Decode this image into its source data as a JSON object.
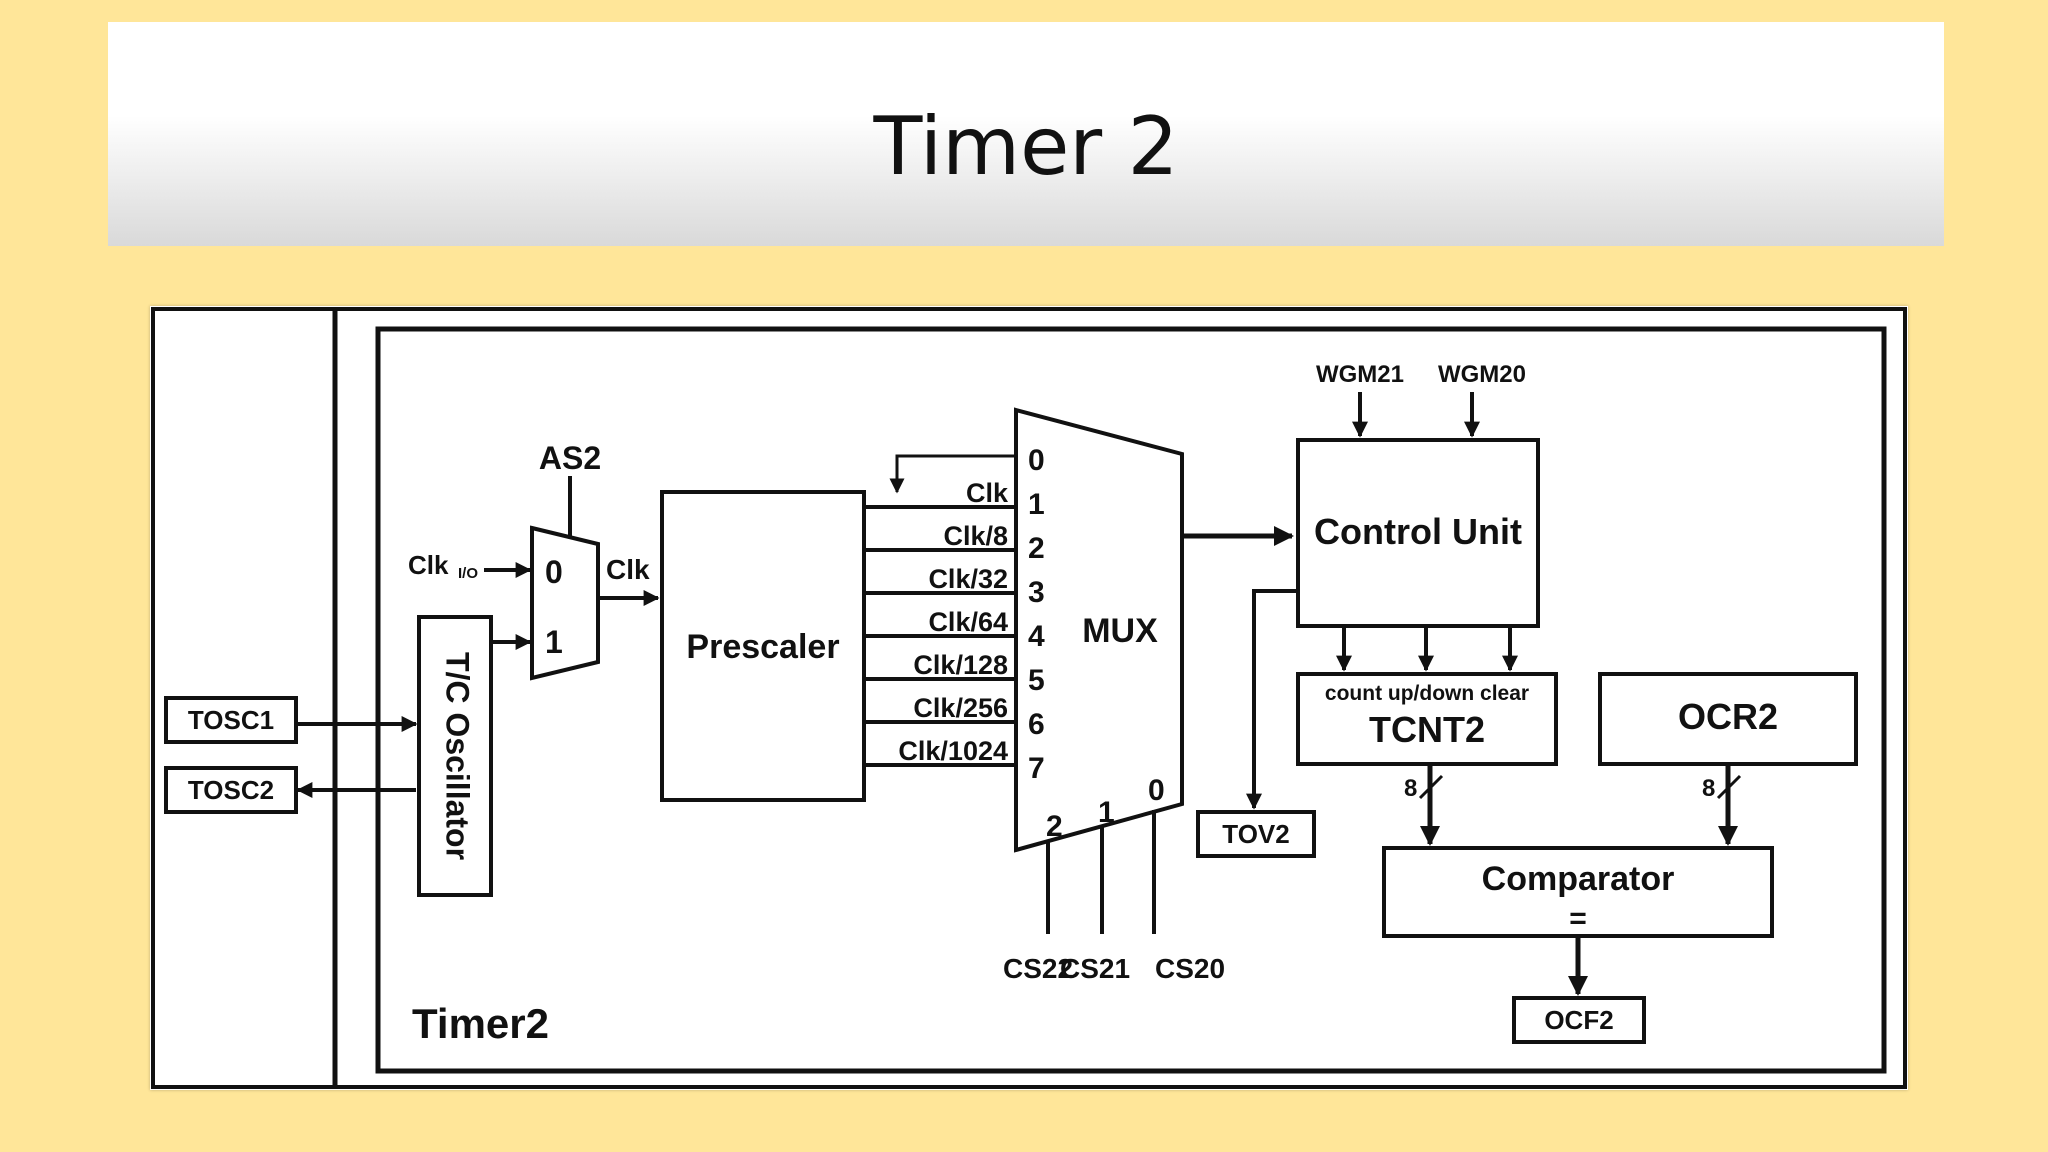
{
  "slide": {
    "title": "Timer 2"
  },
  "diagram": {
    "block_title": "Timer2",
    "pins": {
      "tosc1": "TOSC1",
      "tosc2": "TOSC2"
    },
    "oscillator": "T/C Oscillator",
    "clock_mux": {
      "select": "AS2",
      "input_clk_main": "Clk",
      "input_clk_sub": "I/O",
      "input0": "0",
      "input1": "1",
      "output": "Clk"
    },
    "prescaler": "Prescaler",
    "mux": {
      "label": "MUX",
      "inputs": [
        {
          "num": "0",
          "label": ""
        },
        {
          "num": "1",
          "label": "Clk"
        },
        {
          "num": "2",
          "label": "Clk/8"
        },
        {
          "num": "3",
          "label": "Clk/32"
        },
        {
          "num": "4",
          "label": "Clk/64"
        },
        {
          "num": "5",
          "label": "Clk/128"
        },
        {
          "num": "6",
          "label": "Clk/256"
        },
        {
          "num": "7",
          "label": "Clk/1024"
        }
      ],
      "select_nums": [
        "2",
        "1",
        "0"
      ],
      "select_labels": [
        "CS22",
        "CS21",
        "CS20"
      ]
    },
    "control_unit": {
      "label": "Control Unit",
      "inputs": [
        "WGM21",
        "WGM20"
      ]
    },
    "counter": {
      "signals": "count up/down clear",
      "label": "TCNT2",
      "bus_width": "8"
    },
    "ocr": {
      "label": "OCR2",
      "bus_width": "8"
    },
    "comparator": {
      "label": "Comparator",
      "symbol": "="
    },
    "overflow_flag": "TOV2",
    "compare_flag": "OCF2"
  }
}
